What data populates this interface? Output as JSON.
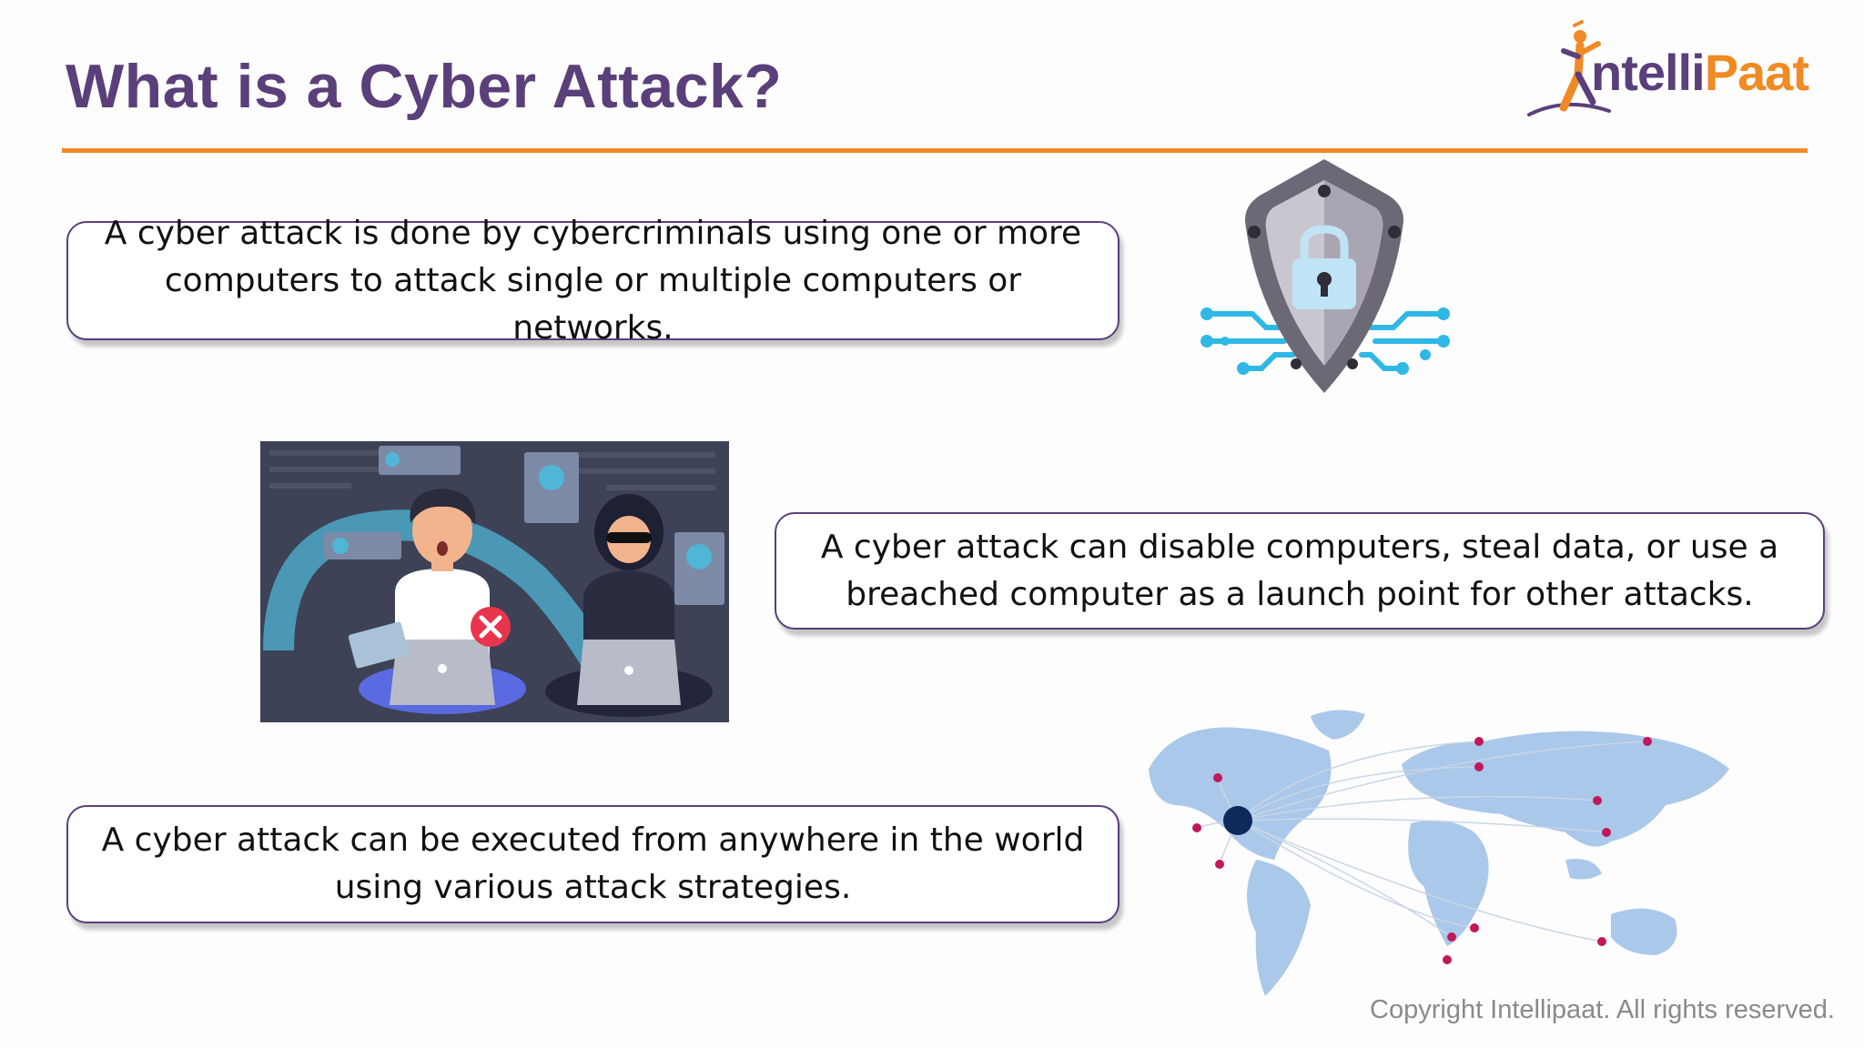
{
  "slide": {
    "title": "What is a Cyber Attack?",
    "logo": {
      "brand_part1": "ntelli",
      "brand_part2": "Paat",
      "icon": "jumping-person-logo-icon"
    },
    "accent_color": "#f08a24",
    "title_color": "#5a3f7a"
  },
  "callouts": [
    {
      "text": "A cyber attack is done by cybercriminals using one or more computers to attack single or multiple computers or networks."
    },
    {
      "text": "A cyber attack can disable computers, steal data, or use a breached computer as a launch point for other attacks."
    },
    {
      "text": "A cyber attack can be executed from anywhere in the world using various attack strategies."
    }
  ],
  "illustrations": {
    "shield": "shield-lock-icon",
    "hacker_scene": "hacker-and-victim-illustration",
    "world_map": "world-attack-map-illustration"
  },
  "footer": {
    "copyright": "Copyright Intellipaat. All rights reserved."
  }
}
